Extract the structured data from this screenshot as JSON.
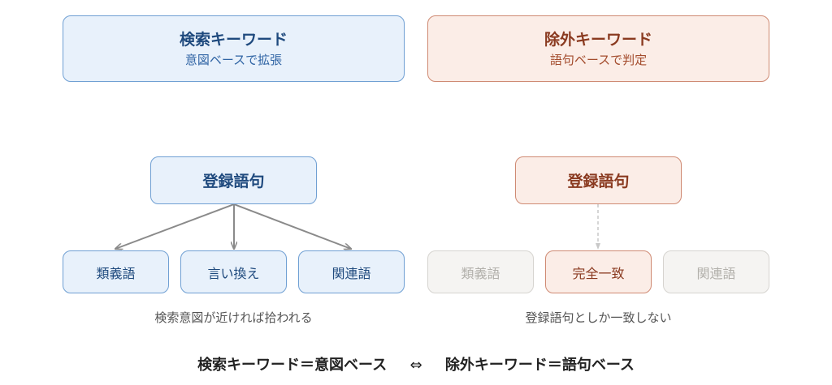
{
  "search": {
    "title": "検索キーワード",
    "subtitle": "意図ベースで拡張",
    "node": "登録語句",
    "leaves": [
      "類義語",
      "言い換え",
      "関連語"
    ],
    "caption": "検索意図が近ければ拾われる"
  },
  "exclude": {
    "title": "除外キーワード",
    "subtitle": "語句ベースで判定",
    "node": "登録語句",
    "leaves": [
      "類義語",
      "完全一致",
      "関連語"
    ],
    "caption": "登録語句としか一致しない"
  },
  "footer": {
    "left": "検索キーワード＝意図ベース",
    "arrow": "⇔",
    "right": "除外キーワード＝語句ベース"
  },
  "colors": {
    "search_fill": "#e8f1fb",
    "search_border": "#6f9fd3",
    "exclude_fill": "#fbede7",
    "exclude_border": "#cf8a73",
    "disabled_fill": "#f5f4f2",
    "arrow_gray": "#8a8a8a"
  }
}
